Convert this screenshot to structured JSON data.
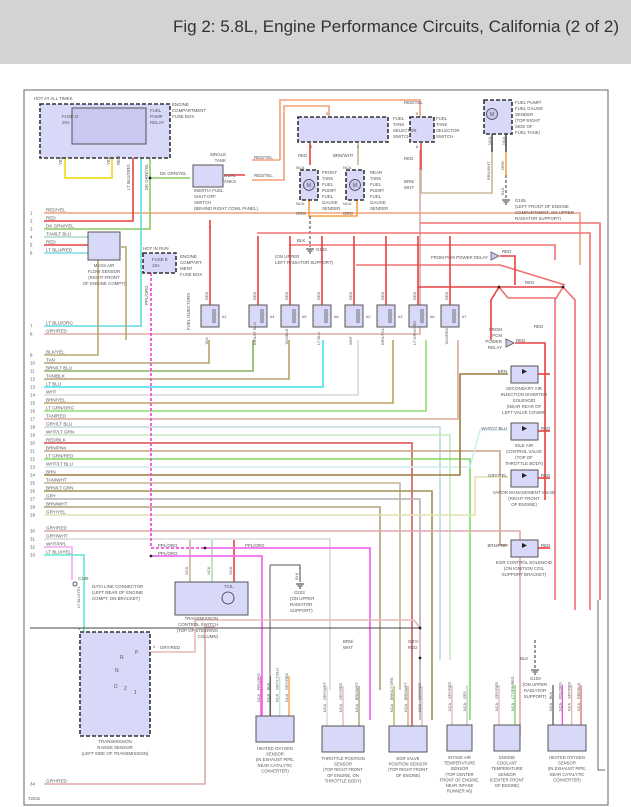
{
  "header": {
    "title": "Fig 2: 5.8L, Engine Performance Circuits, California (2 of 2)"
  },
  "figure_id": "72241",
  "top_left": {
    "hot_label": "HOT AT ALL TIMES",
    "fuse": "FUSE O",
    "fuse_amp": "20A",
    "relay": [
      "FUEL",
      "PUMP",
      "RELAY"
    ],
    "fuse_box": [
      "ENGINE",
      "COMPARTMENT",
      "FUSE BOX"
    ],
    "wires": [
      "YEL",
      "RED",
      "LT BLU/ORG",
      "DK GRN/YEL"
    ]
  },
  "inertia": {
    "wire": "DK GRN/YEL",
    "label": [
      "INERTIA FUEL",
      "SHUT-OFF",
      "SWITCH",
      "(BEHIND RIGHT COWL PANEL)"
    ],
    "single": [
      "SINGLE",
      "TANK"
    ],
    "dual": [
      "DUAL",
      "TANKS"
    ],
    "out1": "RED/YEL",
    "out2": "RED/YEL"
  },
  "selector1": {
    "label": [
      "FUEL",
      "TANK",
      "SELECTOR",
      "SWITCH"
    ],
    "pin5": "5",
    "pin6": "6",
    "pin4": "4",
    "w6": "RED",
    "w4": "BRN/WHT"
  },
  "selector2": {
    "label": [
      "FUEL",
      "TANK",
      "SELECTOR",
      "SWITCH"
    ],
    "pin5": "5",
    "pin6": "6",
    "w6": "RED",
    "w_in": "RED/YEL",
    "w_out": [
      "BRN/",
      "WHT"
    ]
  },
  "front_tank": {
    "label": [
      "FRONT",
      "TANK",
      "FUEL",
      "PUMP/",
      "FUEL",
      "GAUGE",
      "SENDER"
    ],
    "nca": "NCA",
    "wire": "ORG"
  },
  "rear_tank": {
    "label": [
      "REAR",
      "TANK",
      "FUEL",
      "PUMP/",
      "FUEL",
      "GAUGE",
      "SENDER"
    ],
    "nca": "NCA",
    "wire": "ORG"
  },
  "fuel_pump_sender": {
    "label": [
      "FUEL PUMP/",
      "FUEL GAUGE",
      "SENDER",
      "(TOP RIGHT",
      "SIDE OF",
      "FUEL TANK)"
    ],
    "nca": "NCA",
    "w1": "BRN/WHT",
    "w2": "ORG",
    "w3": "BLK"
  },
  "g106": {
    "name": "G106",
    "desc": [
      "(LEFT FRONT OF ENGINE",
      "COMPARTMENT, ON UPPER",
      "RADIATOR SUPPORT)"
    ]
  },
  "g103_top": {
    "wire": "BLK",
    "name": "G103",
    "desc": [
      "(ON UPPER",
      "LEFT RADIATOR SUPPORT)"
    ]
  },
  "maf": {
    "label": [
      "MASS AIR",
      "FLOW SENSOR",
      "(RIGHT FRONT",
      "OF ENGINE COMPT)"
    ]
  },
  "fuse_e": {
    "hot": "HOT IN RUN",
    "fuse": "FUSE E",
    "amp": "15A",
    "box": [
      "ENGINE",
      "COMPART-",
      "MENT",
      "FUSE BOX"
    ],
    "wire": "PPL/ORG"
  },
  "injectors": {
    "group_label": "FUEL INJECTORS",
    "top_wire": "RED",
    "items": [
      {
        "num": "#1",
        "wire": "TAN"
      },
      {
        "num": "#4",
        "wire": "BRN/LT BLU"
      },
      {
        "num": "#5",
        "wire": "TAN/BLK"
      },
      {
        "num": "#8",
        "wire": "LT BLU"
      },
      {
        "num": "#2",
        "wire": "WHT"
      },
      {
        "num": "#3",
        "wire": "BRN/YEL"
      },
      {
        "num": "#6",
        "wire": "LT GRN/ORG"
      },
      {
        "num": "#7",
        "wire": "TAN/RED"
      }
    ]
  },
  "pcm_relay": {
    "label1": "FROM PCM POWER RELAY",
    "label2": [
      "FROM",
      "PCM",
      "POWER",
      "RELAY"
    ],
    "wire": "RED"
  },
  "connector_pins": [
    {
      "n": "1",
      "w": "RED/YEL",
      "c": "#f4a07a"
    },
    {
      "n": "2",
      "w": "RED",
      "c": "#e84040"
    },
    {
      "n": "3",
      "w": "DK GRN/YEL",
      "c": "#8cc860"
    },
    {
      "n": "4",
      "w": "TAN/LT BLU",
      "c": "#a8d8c8"
    },
    {
      "n": "5",
      "w": "RED",
      "c": "#e84040"
    },
    {
      "n": "6",
      "w": "LT BLU/RED",
      "c": "#80d8e8"
    },
    {
      "n": "7",
      "w": "LT BLU/ORG",
      "c": "#60dce0"
    },
    {
      "n": "8",
      "w": "GRY/RED",
      "c": "#e0a8a8"
    },
    {
      "n": "9",
      "w": "BLK/YEL",
      "c": "#b8a870"
    },
    {
      "n": "10",
      "w": "TAN",
      "c": "#b8a070"
    },
    {
      "n": "11",
      "w": "BRN/LT BLU",
      "c": "#8cb060"
    },
    {
      "n": "12",
      "w": "TAN/BLK",
      "c": "#b8a070"
    },
    {
      "n": "13",
      "w": "LT BLU",
      "c": "#40e0f0"
    },
    {
      "n": "14",
      "w": "WHT",
      "c": "#d8d8d8"
    },
    {
      "n": "15",
      "w": "BRN/YEL",
      "c": "#c0a060"
    },
    {
      "n": "16",
      "w": "LT GRN/ORG",
      "c": "#90e070"
    },
    {
      "n": "17",
      "w": "TAN/RED",
      "c": "#d8a898"
    },
    {
      "n": "18",
      "w": "GRY/LT BLU",
      "c": "#c0d8e0"
    },
    {
      "n": "19",
      "w": "WHT/LT GRN",
      "c": "#c8e8c0"
    },
    {
      "n": "20",
      "w": "RED/BLK",
      "c": "#e07878"
    },
    {
      "n": "21",
      "w": "BRN/PNK",
      "c": "#c8a088"
    },
    {
      "n": "22",
      "w": "LT GRN/RED",
      "c": "#80d860"
    },
    {
      "n": "23",
      "w": "WHT/LT BLU",
      "c": "#d0ecf0"
    },
    {
      "n": "24",
      "w": "BRN",
      "c": "#9c7c40"
    },
    {
      "n": "25",
      "w": "TAN/WHT",
      "c": "#c8b090"
    },
    {
      "n": "26",
      "w": "BRN/LT GRN",
      "c": "#a09050"
    },
    {
      "n": "27",
      "w": "GRY",
      "c": "#b0b0b0"
    },
    {
      "n": "28",
      "w": "BRN/WHT",
      "c": "#b0a078"
    },
    {
      "n": "29",
      "w": "GRY/YEL",
      "c": "#e0e0b0"
    },
    {
      "n": "30",
      "w": "GRY/RED",
      "c": "#e0a8a8"
    },
    {
      "n": "31",
      "w": "GRY/WHT",
      "c": "#d8d8d8"
    },
    {
      "n": "32",
      "w": "WHT/PPL",
      "c": "#f0a8f0"
    },
    {
      "n": "33",
      "w": "LT BLU/YEL",
      "c": "#60e8d0"
    },
    {
      "n": "34",
      "w": "GRY/RED",
      "c": "#e0a8a8"
    }
  ],
  "solenoids": [
    {
      "in": "BRN",
      "out": "",
      "label": [
        "SECONDARY AIR",
        "INJECTION DIVERTER",
        "SOLENOID",
        "(NEAR REAR OF",
        "LEFT VALVE COVER)"
      ]
    },
    {
      "in": "WHT/LT BLU",
      "out": "RED",
      "label": [
        "IDLE AIR",
        "CONTROL VALVE",
        "(TOP OF",
        "THROTTLE BODY)"
      ]
    },
    {
      "in": "GRY/YEL",
      "out": "RED",
      "label": [
        "VAPOR MANAGEMENT VALVE",
        "(RIGHT FRONT",
        "OF ENGINE)"
      ]
    },
    {
      "in": "BRN/PNK",
      "out": "RED",
      "label": [
        "EGR CONTROL SOLENOID",
        "(ON IGNITION COIL",
        "SUPPORT BRACKET)"
      ]
    }
  ],
  "dlc": {
    "name": "C199",
    "label": [
      "DATA LINK CONNECTOR",
      "(LEFT REAR OF ENGINE",
      "COMPT, ON BRACKET)"
    ]
  },
  "tcs": {
    "tcil": "TCIL",
    "label": [
      "TRANSMISSION",
      "CONTROL SWITCH",
      "(TOP OF STEERING",
      "COLUMN)"
    ],
    "nca": "NCA",
    "w1": "PPL/ORG",
    "w2": "PPL/ORG",
    "w3": "PPL/ORG"
  },
  "g103_mid": {
    "wire": "BLK",
    "name": "G103",
    "desc": [
      "(ON UPPER",
      "RADIATOR",
      "SUPPORT)"
    ]
  },
  "g103_right": {
    "wire": "BLK",
    "name": "G103",
    "desc": [
      "(ON UPPER",
      "RADIATOR",
      "SUPPORT)"
    ]
  },
  "mid_labels": {
    "brn_wht": [
      "BRN/",
      "WHT"
    ],
    "gry_red": [
      "GRY/",
      "RED"
    ]
  },
  "trs": {
    "pin3": "3",
    "pin2": "2",
    "wire": "GRY/RED",
    "in_wire": "LT BLU/YEL",
    "positions": [
      "P",
      "R",
      "N",
      "D",
      "2",
      "1"
    ],
    "label": [
      "TRANSMISSION",
      "RANGE SENSOR",
      "(LEFT SIDE OF TRANSMISSION)"
    ]
  },
  "bottom_sensors": [
    {
      "wires": [
        "PPL/ORG",
        "BLK",
        "GRY/LT BLU",
        "GRY/RED"
      ],
      "label": [
        "HEATED OXYGEN",
        "SENSOR",
        "(IN EXHAUST PIPE,",
        "NEAR CATALYTIC",
        "CONVERTER)"
      ]
    },
    {
      "wires": [
        "GRY/WHT",
        "GRY/RED",
        "BRN/WHT"
      ],
      "label": [
        "THROTTLE POSITION",
        "SENSOR",
        "(TOP RIGHT FRONT",
        "OF ENGINE, ON",
        "THROTTLE BODY)"
      ]
    },
    {
      "wires": [
        "BRN/LT GRN",
        "BRN/WHT",
        "GRY/RED"
      ],
      "label": [
        "EGR VALVE",
        "POSITION SENSOR",
        "(TOP RIGHT FRONT",
        "OF ENGINE)"
      ]
    },
    {
      "wires": [
        "GRY/RED",
        "GRY"
      ],
      "label": [
        "INTAKE AIR",
        "TEMPERATURE",
        "SENSOR",
        "(TOP CENTER",
        "FRONT OF ENGINE,",
        "NEAR INTAKE",
        "RUNNER #6)"
      ]
    },
    {
      "wires": [
        "GRY/RED",
        "LT GRN/RED"
      ],
      "label": [
        "ENGINE",
        "COOLANT",
        "TEMPERATURE",
        "SENSOR",
        "(CENTER FRONT",
        "OF ENGINE)"
      ]
    },
    {
      "wires": [
        "BLK",
        "PPL/ORG",
        "GRY/RED",
        "RED/BLK"
      ],
      "label": [
        "HEATED OXYGEN",
        "SENSOR",
        "(IN EXHAUST PIPE,",
        "NEAR CATALYTIC",
        "CONVERTER)"
      ]
    }
  ],
  "nca": "NCA"
}
